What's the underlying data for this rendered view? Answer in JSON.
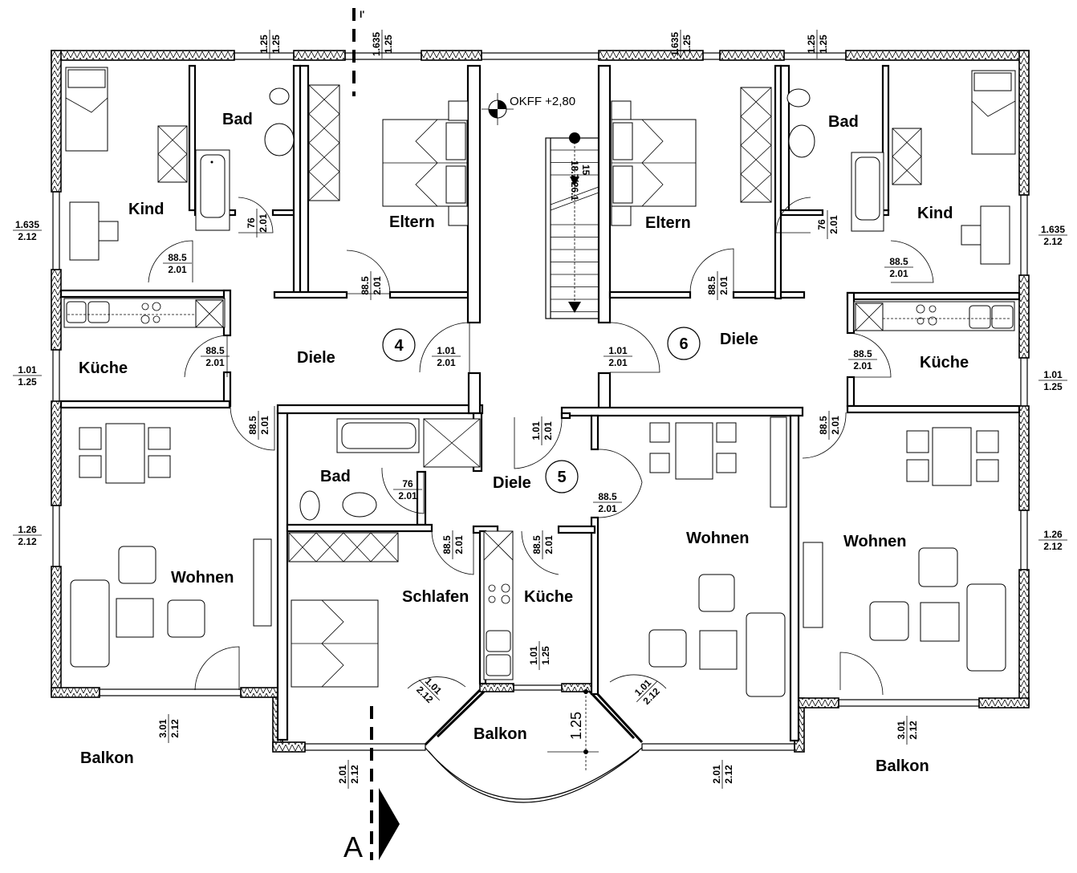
{
  "title": "Floor plan – apartments 4, 5, 6",
  "level_marker": {
    "label": "OKFF +2,80"
  },
  "section_marker": {
    "label": "A",
    "top_label": "I'"
  },
  "stair": {
    "label": "15",
    "rise": "18.7/26.1"
  },
  "apartments": [
    {
      "number": "4"
    },
    {
      "number": "5"
    },
    {
      "number": "6"
    }
  ],
  "rooms": {
    "apt4": {
      "kind": "Kind",
      "bad": "Bad",
      "eltern": "Eltern",
      "kueche": "Küche",
      "diele": "Diele",
      "wohnen": "Wohnen",
      "balkon": "Balkon"
    },
    "apt5": {
      "bad": "Bad",
      "diele": "Diele",
      "schlafen": "Schlafen",
      "kueche": "Küche",
      "wohnen": "Wohnen",
      "balkon": "Balkon"
    },
    "apt6": {
      "eltern": "Eltern",
      "bad": "Bad",
      "kind": "Kind",
      "diele": "Diele",
      "kueche": "Küche",
      "wohnen": "Wohnen",
      "balkon": "Balkon"
    }
  },
  "dimensions": {
    "win_bad4_top": [
      "1.25",
      "1.25"
    ],
    "win_eltern4_top": [
      "1.635",
      "1.25"
    ],
    "win_eltern6_top": [
      "1.635",
      "1.25"
    ],
    "win_bad6_top": [
      "1.25",
      "1.25"
    ],
    "win_kind4_left": [
      "1.635",
      "2.12"
    ],
    "win_kind6_right": [
      "1.635",
      "2.12"
    ],
    "win_kueche4_left": [
      "1.01",
      "1.25"
    ],
    "win_kueche6_right": [
      "1.01",
      "1.25"
    ],
    "win_wohnen4_left": [
      "1.26",
      "2.12"
    ],
    "win_wohnen6_right": [
      "1.26",
      "2.12"
    ],
    "door_bad4": [
      "76",
      "2.01"
    ],
    "door_bad6": [
      "76",
      "2.01"
    ],
    "door_kind4": [
      "88.5",
      "2.01"
    ],
    "door_kind6": [
      "88.5",
      "2.01"
    ],
    "door_eltern4": [
      "88.5",
      "2.01"
    ],
    "door_eltern6": [
      "88.5",
      "2.01"
    ],
    "door_kueche4": [
      "88.5",
      "2.01"
    ],
    "door_kueche6": [
      "88.5",
      "2.01"
    ],
    "door_entry4": [
      "1.01",
      "2.01"
    ],
    "door_entry6": [
      "1.01",
      "2.01"
    ],
    "door_wohnen4": [
      "88.5",
      "2.01"
    ],
    "door_wohnen6": [
      "88.5",
      "2.01"
    ],
    "door_entry5": [
      "1.01",
      "2.01"
    ],
    "door_bad5": [
      "76",
      "2.01"
    ],
    "door_wohnen5": [
      "88.5",
      "2.01"
    ],
    "door_schlafen5": [
      "88.5",
      "2.01"
    ],
    "door_kueche5": [
      "88.5",
      "2.01"
    ],
    "win_kueche5": [
      "1.01",
      "1.25"
    ],
    "win_balkon5_left": [
      "1.01",
      "2.12"
    ],
    "win_balkon5_right": [
      "1.01",
      "2.12"
    ],
    "balkon5_depth": "1.25",
    "win_balkon4": [
      "3.01",
      "2.12"
    ],
    "win_balkon6": [
      "3.01",
      "2.12"
    ],
    "win_schlafen5": [
      "2.01",
      "2.12"
    ],
    "win_wohnen5": [
      "2.01",
      "2.12"
    ]
  }
}
